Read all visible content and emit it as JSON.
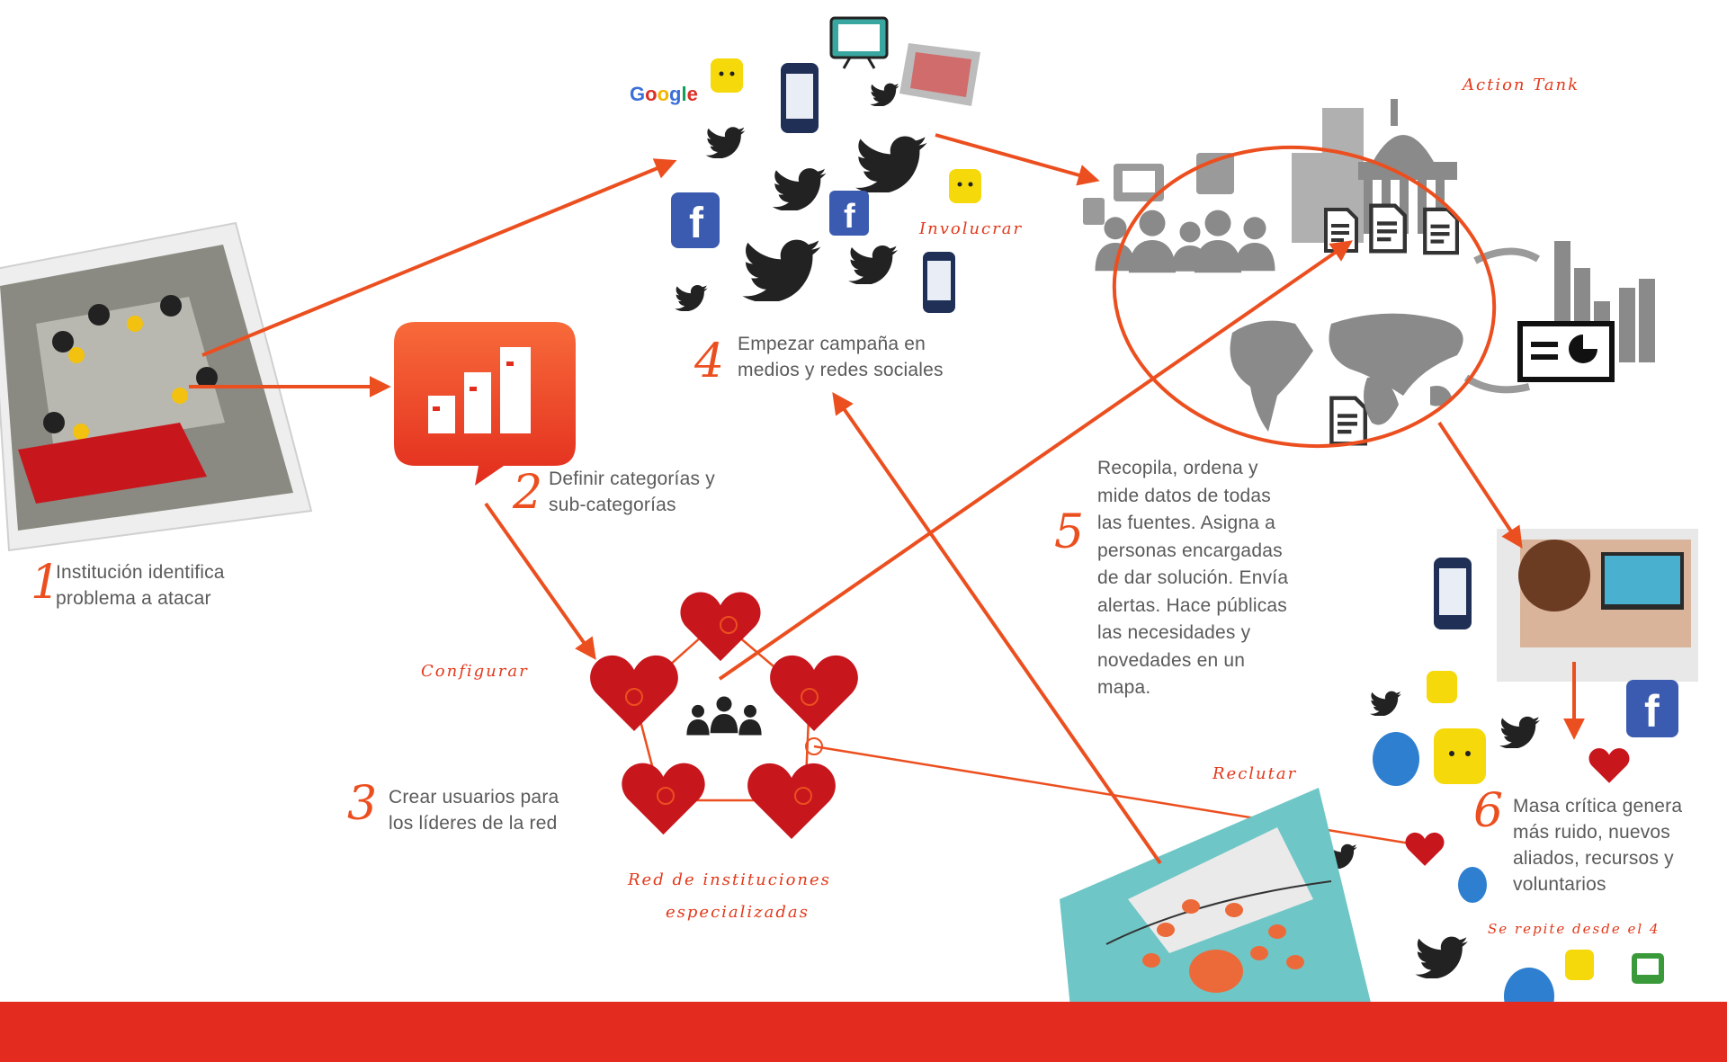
{
  "steps": [
    {
      "number": "1",
      "text_lines": [
        "Institución identifica",
        "problema a atacar"
      ]
    },
    {
      "number": "2",
      "text_lines": [
        "Definir categorías y",
        "sub-categorías"
      ]
    },
    {
      "number": "3",
      "text_lines": [
        "Crear usuarios para",
        "los líderes de la red"
      ]
    },
    {
      "number": "4",
      "text_lines": [
        "Empezar campaña en",
        "medios y redes sociales"
      ]
    },
    {
      "number": "5",
      "text_lines": [
        "Recopila, ordena y",
        "mide datos de todas",
        "las fuentes. Asigna a",
        "personas encargadas",
        "de dar solución. Envía",
        "alertas. Hace públicas",
        "las necesidades y",
        "novedades en un",
        "mapa."
      ]
    },
    {
      "number": "6",
      "text_lines": [
        "Masa crítica genera",
        "más ruido, nuevos",
        "aliados, recursos y",
        "voluntarios"
      ]
    }
  ],
  "handwritten": {
    "action_tank": "Action Tank",
    "involucrar": "Involucrar",
    "configurar": "Configurar",
    "red_line1": "Red de instituciones",
    "red_line2": "especializadas",
    "reclutar": "Reclutar",
    "se_repite": "Se repite desde el 4"
  },
  "logos": {
    "google": "Google",
    "facebook": "f"
  },
  "colors": {
    "accent": "#ec4f1f",
    "heart": "#c8161d",
    "twitter": "#231f20",
    "gray": "#8a8a8a",
    "bar_start": "#d81f26",
    "bar_end": "#f26a1b"
  },
  "icons": [
    "lego-photo",
    "chart-bubble-icon",
    "heart-network",
    "users-icon",
    "twitter-bird-icon",
    "facebook-icon",
    "google-logo",
    "tv-icon",
    "phone-icon",
    "lego-head-icon",
    "people-icon",
    "building-icon",
    "document-icon",
    "world-map",
    "bar-chart-icon",
    "envelope-card",
    "twitter-blue-bird-icon",
    "sms-icon"
  ]
}
